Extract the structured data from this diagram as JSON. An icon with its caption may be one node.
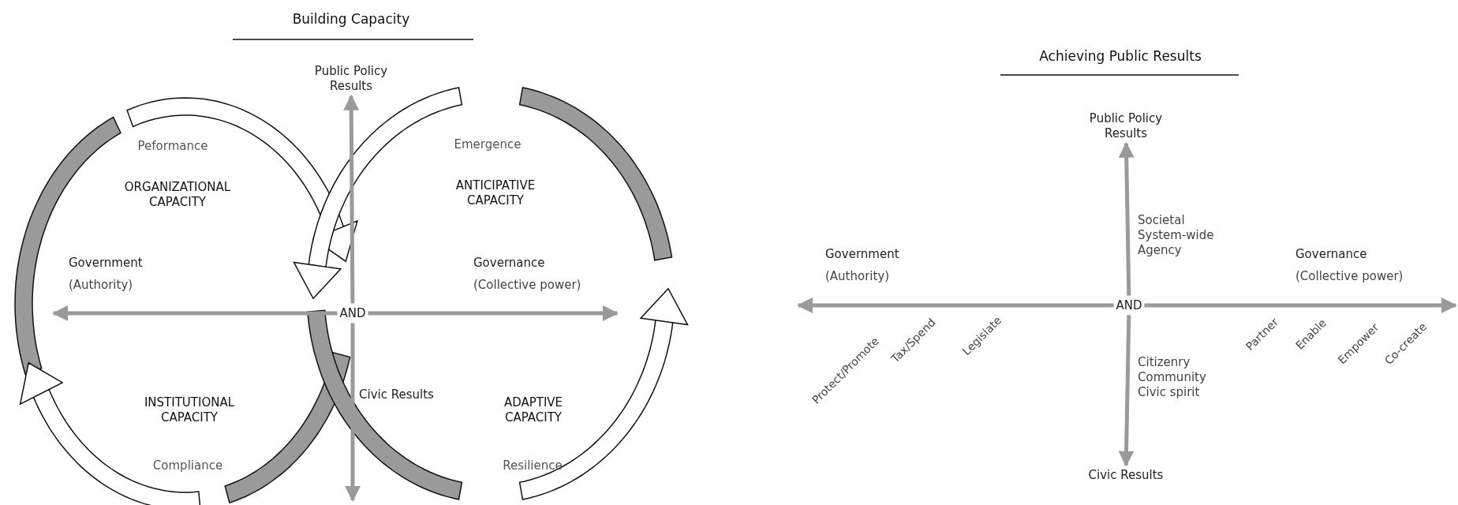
{
  "diagram": {
    "nodes": [
      {
        "text": [
          "AND"
        ]
      },
      {
        "text": [
          "Public Policy Results"
        ]
      },
      {
        "text": [
          "AND"
        ]
      },
      {
        "text": [
          "Public Policy Results"
        ]
      },
      {
        "text": [
          "Civic Results"
        ]
      }
    ],
    "edges": [
      {
        "from": 0,
        "to": 1,
        "arrow": "to"
      },
      {
        "from": 0,
        "to": null,
        "arrow": "to"
      },
      {
        "from": 0,
        "to": null,
        "arrow": "to"
      },
      {
        "from": 0,
        "to": null,
        "arrow": "to"
      },
      {
        "from": 2,
        "to": 3,
        "arrow": "to"
      },
      {
        "from": 2,
        "to": 4,
        "arrow": "to"
      },
      {
        "from": 2,
        "to": null,
        "arrow": "to"
      },
      {
        "from": 2,
        "to": null,
        "arrow": "to"
      }
    ],
    "labels": [
      "Building Capacity",
      "Achieving Public Results",
      "Peformance",
      "Emergence",
      "ORGANIZATIONAL CAPACITY",
      "ANTICIPATIVE CAPACITY",
      "Government",
      "(Authority)",
      "Governance",
      "(Collective power)",
      "INSTITUTIONAL CAPACITY",
      "ADAPTIVE CAPACITY",
      "Civic Results",
      "Compliance",
      "Resilience",
      "Societal System-wide Agency",
      "Government",
      "(Authority)",
      "Governance",
      "(Collective power)",
      "Protect/Promote",
      "Tax/Spend",
      "Legislate",
      "Partner",
      "Enable",
      "Empower",
      "Co-create",
      "Citizenry Community Civic spirit"
    ]
  }
}
